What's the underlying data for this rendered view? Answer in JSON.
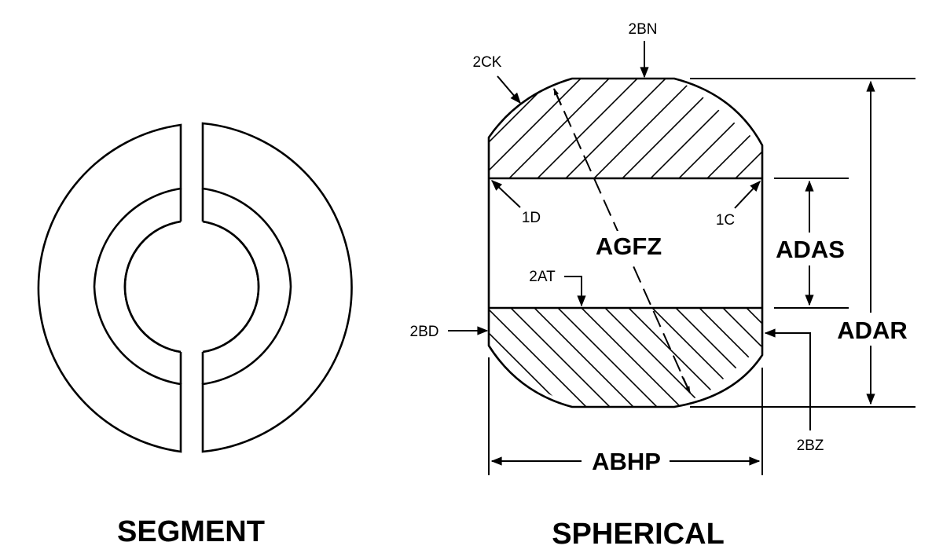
{
  "views": {
    "segment": {
      "title": "SEGMENT"
    },
    "spherical": {
      "title": "SPHERICAL"
    }
  },
  "labels": {
    "top_flat": "2BN",
    "corner": "2CK",
    "left_chamfer": "1D",
    "right_chamfer": "1C",
    "bore_diameter": "AGFZ",
    "bore_length": "ADAS",
    "overall_length": "ADAR",
    "width": "ABHP",
    "bore_edge": "2AT",
    "left_face": "2BD",
    "right_face": "2BZ"
  }
}
